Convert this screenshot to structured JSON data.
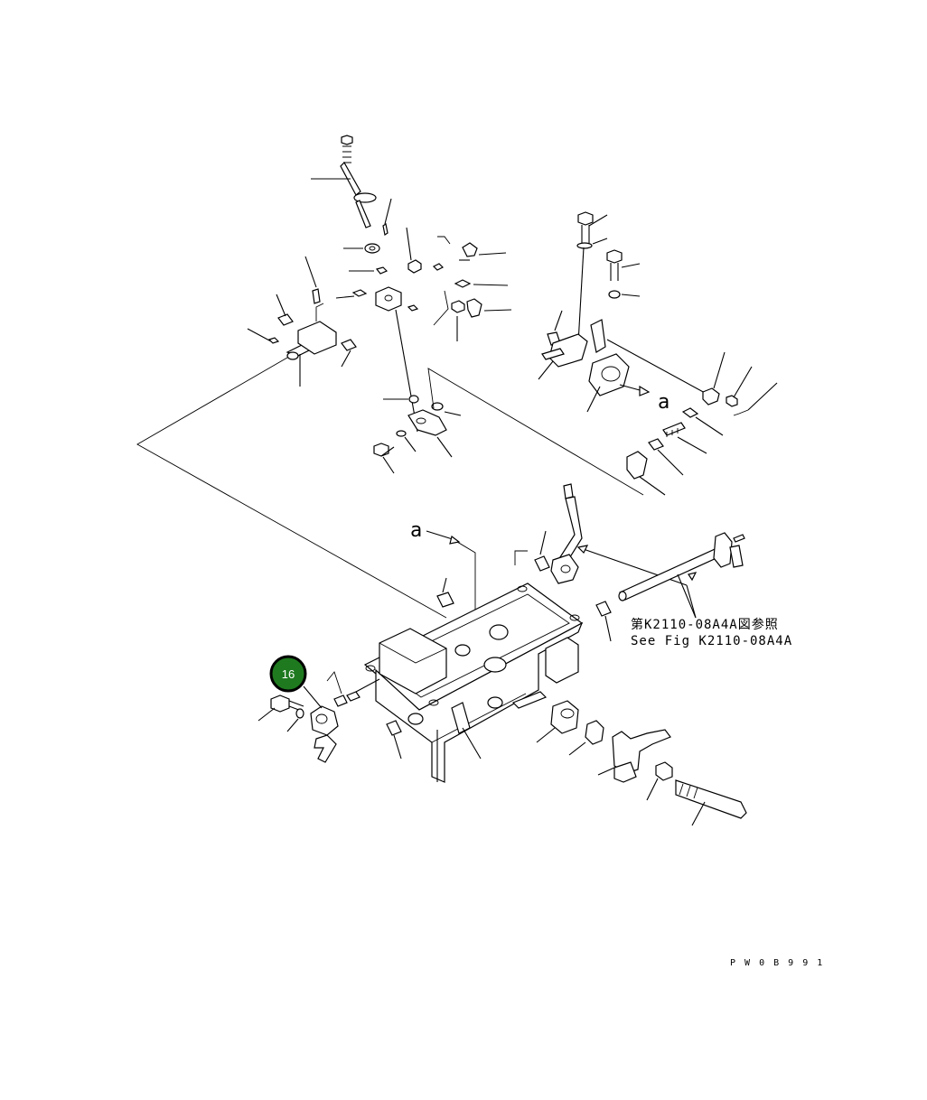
{
  "diagram": {
    "view_arrow_letter_top": "a",
    "view_arrow_letter_bottom": "a",
    "reference_jp": "第K2110-08A4A図参照",
    "reference_en": "See Fig K2110-08A4A",
    "drawing_code": "P W 0 B 9 9 1",
    "callout_number": "16"
  },
  "colors": {
    "line": "#000000",
    "background": "#ffffff",
    "callout_fill": "#1f7a1f",
    "callout_text": "#ffffff"
  }
}
